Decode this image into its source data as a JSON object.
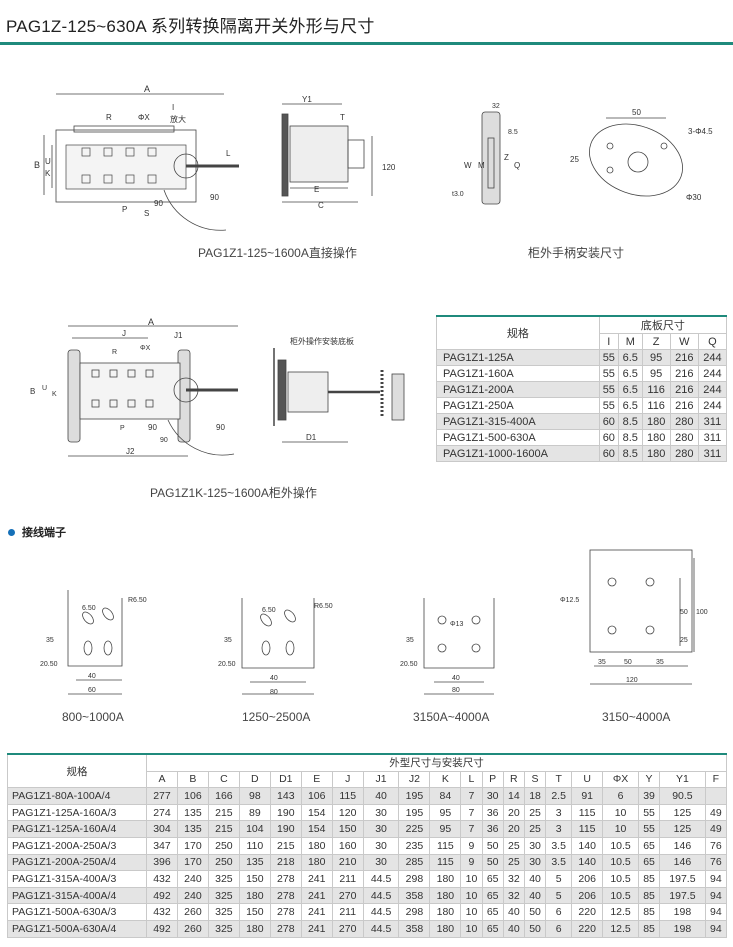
{
  "title": "PAG1Z-125~630A 系列转换隔离开关外形与尺寸",
  "captions": {
    "direct": "PAG1Z1-125~1600A直接操作",
    "handle": "柜外手柄安装尺寸",
    "external": "PAG1Z1K-125~1600A柜外操作",
    "t1": "800~1000A",
    "t2": "1250~2500A",
    "t3": "3150A~4000A",
    "t4": "3150~4000A"
  },
  "drawing_labels": {
    "A": "A",
    "R": "R",
    "PhiX": "ΦX",
    "I": "I",
    "zoom": "放大",
    "B": "B",
    "U": "U",
    "K": "K",
    "P": "P",
    "S": "S",
    "L": "L",
    "n90": "90",
    "Y1": "Y1",
    "T": "T",
    "E": "E",
    "C": "C",
    "n120": "120",
    "n32": "32",
    "n8_5": "8.5",
    "W": "W",
    "M": "M",
    "Z": "Z",
    "Q": "Q",
    "t3": "t3.0",
    "n50": "50",
    "n3phi45": "3-Φ4.5",
    "n25": "25",
    "phi30": "Φ30",
    "J": "J",
    "J1": "J1",
    "J2": "J2",
    "D1": "D1",
    "panel": "柜外操作安装底板",
    "r650": "R6.50",
    "d650": "6.50",
    "n35": "35",
    "n2050": "20.50",
    "n40": "40",
    "n60": "60",
    "n80": "80",
    "phi13": "Φ13",
    "phi125": "Φ12.5",
    "n100": "100"
  },
  "section_label": "接线端子",
  "base_table": {
    "model_header": "规格",
    "group_header": "底板尺寸",
    "columns": [
      "I",
      "M",
      "Z",
      "W",
      "Q"
    ],
    "rows": [
      {
        "model": "PAG1Z1-125A",
        "values": [
          "55",
          "6.5",
          "95",
          "216",
          "244"
        ]
      },
      {
        "model": "PAG1Z1-160A",
        "values": [
          "55",
          "6.5",
          "95",
          "216",
          "244"
        ]
      },
      {
        "model": "PAG1Z1-200A",
        "values": [
          "55",
          "6.5",
          "116",
          "216",
          "244"
        ]
      },
      {
        "model": "PAG1Z1-250A",
        "values": [
          "55",
          "6.5",
          "116",
          "216",
          "244"
        ]
      },
      {
        "model": "PAG1Z1-315-400A",
        "values": [
          "60",
          "8.5",
          "180",
          "280",
          "311"
        ]
      },
      {
        "model": "PAG1Z1-500-630A",
        "values": [
          "60",
          "8.5",
          "180",
          "280",
          "311"
        ]
      },
      {
        "model": "PAG1Z1-1000-1600A",
        "values": [
          "60",
          "8.5",
          "180",
          "280",
          "311"
        ]
      }
    ]
  },
  "dim_table": {
    "model_header": "规格",
    "group_header": "外型尺寸与安装尺寸",
    "columns": [
      "A",
      "B",
      "C",
      "D",
      "D1",
      "E",
      "J",
      "J1",
      "J2",
      "K",
      "L",
      "P",
      "R",
      "S",
      "T",
      "U",
      "ΦX",
      "Y",
      "Y1",
      "F"
    ],
    "rows": [
      {
        "model": "PAG1Z1-80A-100A/4",
        "values": [
          "277",
          "106",
          "166",
          "98",
          "143",
          "106",
          "115",
          "40",
          "195",
          "84",
          "7",
          "30",
          "14",
          "18",
          "2.5",
          "91",
          "6",
          "39",
          "90.5",
          ""
        ]
      },
      {
        "model": "PAG1Z1-125A-160A/3",
        "values": [
          "274",
          "135",
          "215",
          "89",
          "190",
          "154",
          "120",
          "30",
          "195",
          "95",
          "7",
          "36",
          "20",
          "25",
          "3",
          "115",
          "10",
          "55",
          "125",
          "49"
        ]
      },
      {
        "model": "PAG1Z1-125A-160A/4",
        "values": [
          "304",
          "135",
          "215",
          "104",
          "190",
          "154",
          "150",
          "30",
          "225",
          "95",
          "7",
          "36",
          "20",
          "25",
          "3",
          "115",
          "10",
          "55",
          "125",
          "49"
        ]
      },
      {
        "model": "PAG1Z1-200A-250A/3",
        "values": [
          "347",
          "170",
          "250",
          "110",
          "215",
          "180",
          "160",
          "30",
          "235",
          "115",
          "9",
          "50",
          "25",
          "30",
          "3.5",
          "140",
          "10.5",
          "65",
          "146",
          "76"
        ]
      },
      {
        "model": "PAG1Z1-200A-250A/4",
        "values": [
          "396",
          "170",
          "250",
          "135",
          "218",
          "180",
          "210",
          "30",
          "285",
          "115",
          "9",
          "50",
          "25",
          "30",
          "3.5",
          "140",
          "10.5",
          "65",
          "146",
          "76"
        ]
      },
      {
        "model": "PAG1Z1-315A-400A/3",
        "values": [
          "432",
          "240",
          "325",
          "150",
          "278",
          "241",
          "211",
          "44.5",
          "298",
          "180",
          "10",
          "65",
          "32",
          "40",
          "5",
          "206",
          "10.5",
          "85",
          "197.5",
          "94"
        ]
      },
      {
        "model": "PAG1Z1-315A-400A/4",
        "values": [
          "492",
          "240",
          "325",
          "180",
          "278",
          "241",
          "270",
          "44.5",
          "358",
          "180",
          "10",
          "65",
          "32",
          "40",
          "5",
          "206",
          "10.5",
          "85",
          "197.5",
          "94"
        ]
      },
      {
        "model": "PAG1Z1-500A-630A/3",
        "values": [
          "432",
          "260",
          "325",
          "150",
          "278",
          "241",
          "211",
          "44.5",
          "298",
          "180",
          "10",
          "65",
          "40",
          "50",
          "6",
          "220",
          "12.5",
          "85",
          "198",
          "94"
        ]
      },
      {
        "model": "PAG1Z1-500A-630A/4",
        "values": [
          "492",
          "260",
          "325",
          "180",
          "278",
          "241",
          "270",
          "44.5",
          "358",
          "180",
          "10",
          "65",
          "40",
          "50",
          "6",
          "220",
          "12.5",
          "85",
          "198",
          "94"
        ]
      }
    ]
  }
}
